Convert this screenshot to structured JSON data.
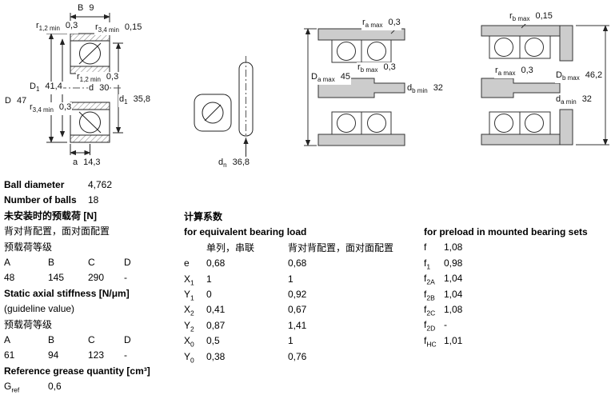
{
  "drawings": {
    "cross_section": {
      "dims": {
        "B": {
          "sym": "B",
          "sub": "",
          "val": "9"
        },
        "r12_top": {
          "sym": "r",
          "sub": "1,2 min",
          "val": "0,3"
        },
        "r34_top": {
          "sym": "r",
          "sub": "3,4 min",
          "val": "0,15"
        },
        "r12_mid": {
          "sym": "r",
          "sub": "1,2 min",
          "val": "0,3"
        },
        "D1": {
          "sym": "D",
          "sub": "1",
          "val": "41,4"
        },
        "d": {
          "sym": "d",
          "sub": "",
          "val": "30"
        },
        "D": {
          "sym": "D",
          "sub": "",
          "val": "47"
        },
        "r34_left": {
          "sym": "r",
          "sub": "3,4 min",
          "val": "0,3"
        },
        "d1": {
          "sym": "d",
          "sub": "1",
          "val": "35,8"
        },
        "a": {
          "sym": "a",
          "sub": "",
          "val": "14,3"
        }
      }
    },
    "side_view": {
      "dims": {
        "dn": {
          "sym": "d",
          "sub": "n",
          "val": "36,8"
        }
      }
    },
    "mounting1": {
      "dims": {
        "ra": {
          "sym": "r",
          "sub": "a max",
          "val": "0,3"
        },
        "Da": {
          "sym": "D",
          "sub": "a max",
          "val": "45"
        },
        "rb": {
          "sym": "r",
          "sub": "b max",
          "val": "0,3"
        },
        "db": {
          "sym": "d",
          "sub": "b min",
          "val": "32"
        }
      }
    },
    "mounting2": {
      "dims": {
        "rb": {
          "sym": "r",
          "sub": "b max",
          "val": "0,15"
        },
        "ra": {
          "sym": "r",
          "sub": "a max",
          "val": "0,3"
        },
        "Db": {
          "sym": "D",
          "sub": "b max",
          "val": "46,2"
        },
        "da": {
          "sym": "d",
          "sub": "a min",
          "val": "32"
        }
      }
    }
  },
  "specs": {
    "ball_diameter": {
      "label": "Ball diameter",
      "value": "4,762"
    },
    "number_of_balls": {
      "label": "Number of balls",
      "value": "18"
    },
    "preload": {
      "title": "未安装时的预载荷 [N]",
      "subtitle": "背对背配置，面对面配置",
      "class_label": "预载荷等级",
      "headers": [
        "A",
        "B",
        "C",
        "D"
      ],
      "values": [
        "48",
        "145",
        "290",
        "-"
      ]
    },
    "stiffness": {
      "title": "Static axial stiffness [N/μm]",
      "subtitle": "(guideline value)",
      "class_label": "预载荷等级",
      "headers": [
        "A",
        "B",
        "C",
        "D"
      ],
      "values": [
        "61",
        "94",
        "123",
        "-"
      ]
    },
    "grease": {
      "title": "Reference grease quantity [cm³]",
      "sym": "G",
      "sub": "ref",
      "value": "0,6"
    }
  },
  "factors": {
    "title": "计算系数",
    "equivalent": {
      "title": "for equivalent bearing load",
      "col1": "单列，串联",
      "col2": "背对背配置，面对面配置",
      "rows": [
        {
          "sym": "e",
          "sub": "",
          "v1": "0,68",
          "v2": "0,68"
        },
        {
          "sym": "X",
          "sub": "1",
          "v1": "1",
          "v2": "1"
        },
        {
          "sym": "Y",
          "sub": "1",
          "v1": "0",
          "v2": "0,92"
        },
        {
          "sym": "X",
          "sub": "2",
          "v1": "0,41",
          "v2": "0,67"
        },
        {
          "sym": "Y",
          "sub": "2",
          "v1": "0,87",
          "v2": "1,41"
        },
        {
          "sym": "X",
          "sub": "0",
          "v1": "0,5",
          "v2": "1"
        },
        {
          "sym": "Y",
          "sub": "0",
          "v1": "0,38",
          "v2": "0,76"
        }
      ]
    },
    "preload_sets": {
      "title": "for preload in mounted bearing sets",
      "rows": [
        {
          "sym": "f",
          "sub": "",
          "val": "1,08"
        },
        {
          "sym": "f",
          "sub": "1",
          "val": "0,98"
        },
        {
          "sym": "f",
          "sub": "2A",
          "val": "1,04"
        },
        {
          "sym": "f",
          "sub": "2B",
          "val": "1,04"
        },
        {
          "sym": "f",
          "sub": "2C",
          "val": "1,08"
        },
        {
          "sym": "f",
          "sub": "2D",
          "val": "-"
        },
        {
          "sym": "f",
          "sub": "HC",
          "val": "1,01"
        }
      ]
    }
  }
}
